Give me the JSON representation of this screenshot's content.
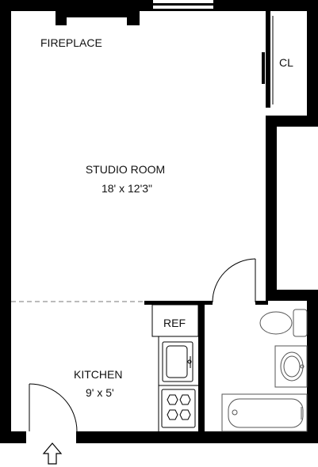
{
  "rooms": {
    "fireplace": {
      "label": "FIREPLACE"
    },
    "closet": {
      "label": "CL"
    },
    "studio": {
      "label": "STUDIO ROOM",
      "dimensions": "18' x 12'3\""
    },
    "refrigerator": {
      "label": "REF"
    },
    "kitchen": {
      "label": "KITCHEN",
      "dimensions": "9' x 5'"
    }
  },
  "entrance": {
    "icon": "entry-arrow-icon"
  },
  "colors": {
    "wall": "#000000",
    "fixture": "#555555",
    "background": "#ffffff"
  }
}
